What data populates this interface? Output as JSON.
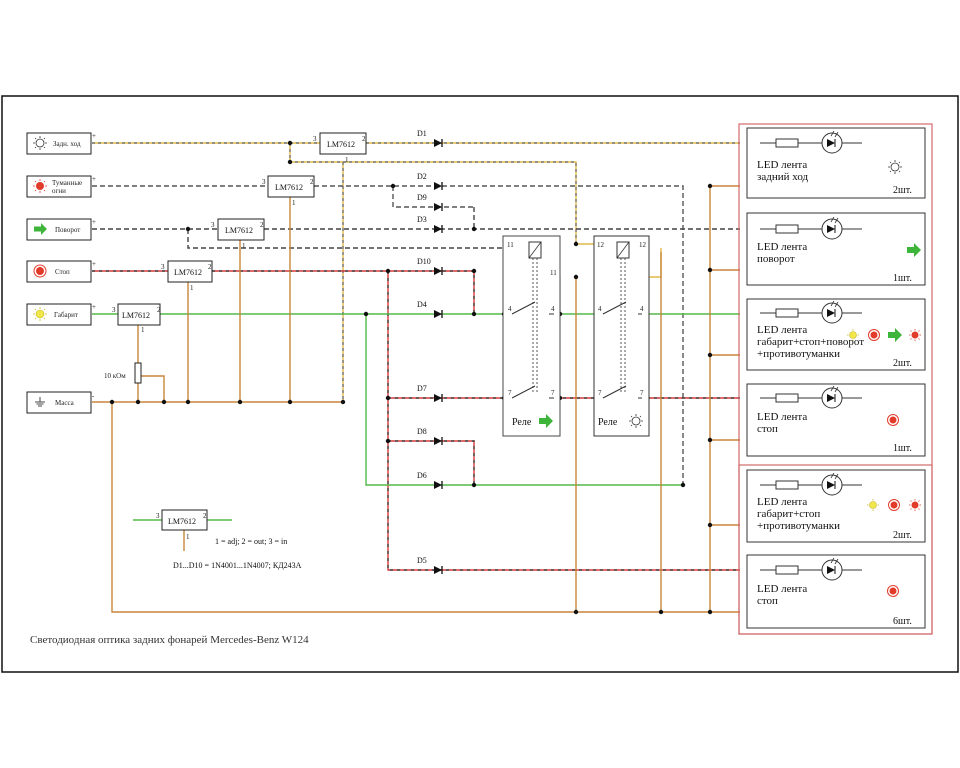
{
  "title": "Светодиодная оптика задних фонарей   Mercedes-Benz W124",
  "inputs": [
    {
      "label": "Задн. ход",
      "icon": "reverse-lamp-icon"
    },
    {
      "label": "Туманные огни",
      "icon": "fog-lamp-icon"
    },
    {
      "label": "Поворот",
      "icon": "turn-arrow-icon"
    },
    {
      "label": "Стоп",
      "icon": "stop-lamp-icon"
    },
    {
      "label": "Габарит",
      "icon": "parking-lamp-icon"
    },
    {
      "label": "Масса",
      "icon": "ground-icon"
    }
  ],
  "plus_sign": "+",
  "minus_sign": "-",
  "regulator_label": "LM7612",
  "regulator_pins": {
    "adj": "1",
    "out": "2",
    "in": "3"
  },
  "resistor_label": "10 кОм",
  "diodes": [
    "D1",
    "D2",
    "D9",
    "D3",
    "D10",
    "D4",
    "D7",
    "D8",
    "D6",
    "D5"
  ],
  "relays": [
    {
      "label": "Реле",
      "icon": "turn-arrow-icon",
      "pins": [
        "11",
        "11",
        "4",
        "4",
        "7",
        "7"
      ]
    },
    {
      "label": "Реле",
      "icon": "reverse-lamp-icon",
      "pins": [
        "12",
        "12",
        "4",
        "4",
        "7",
        "7"
      ]
    }
  ],
  "outputs": [
    {
      "label": "LED лента задний ход",
      "count": "2шт."
    },
    {
      "label": "LED лента поворот",
      "count": "1шт."
    },
    {
      "label": "LED лента габарит+стоп+поворот +противотуманки",
      "count": "2шт."
    },
    {
      "label": "LED лента стоп",
      "count": "1шт."
    },
    {
      "label": "LED лента габарит+стоп +противотуманки",
      "count": "2шт."
    },
    {
      "label": "LED лента стоп",
      "count": "6шт."
    }
  ],
  "legend": {
    "regulator": "LM7612",
    "pins_note": "1 = adj; 2 = out; 3 = in",
    "diodes_note": "D1...D10 = 1N4001...1N4007; КД243А"
  },
  "colors": {
    "reverse_wire": "#e0b84a",
    "fog_wire": "#555555",
    "turn_wire": "#444444",
    "stop_wire": "#d23a3a",
    "parking_wire": "#55b84a",
    "ground_wire": "#c8853a",
    "highlight_box": "#d36a6a"
  }
}
